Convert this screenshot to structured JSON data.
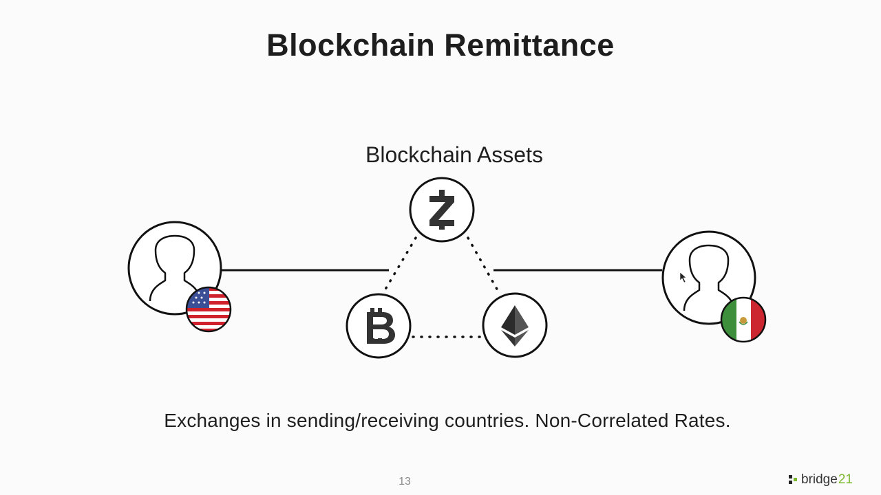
{
  "slide": {
    "title": "Blockchain Remittance",
    "assets_label": "Blockchain Assets",
    "caption": "Exchanges in sending/receiving countries. Non-Correlated Rates.",
    "page_number": "13",
    "brand": {
      "name": "bridge",
      "suffix": "21",
      "accent": "#7bb82e"
    }
  },
  "diagram": {
    "sender": {
      "icon": "person-icon",
      "flag": "us-flag-icon"
    },
    "receiver": {
      "icon": "person-icon",
      "flag": "mexico-flag-icon"
    },
    "assets": [
      {
        "icon": "zcash-icon"
      },
      {
        "icon": "bitcoin-icon"
      },
      {
        "icon": "ethereum-icon"
      }
    ]
  }
}
